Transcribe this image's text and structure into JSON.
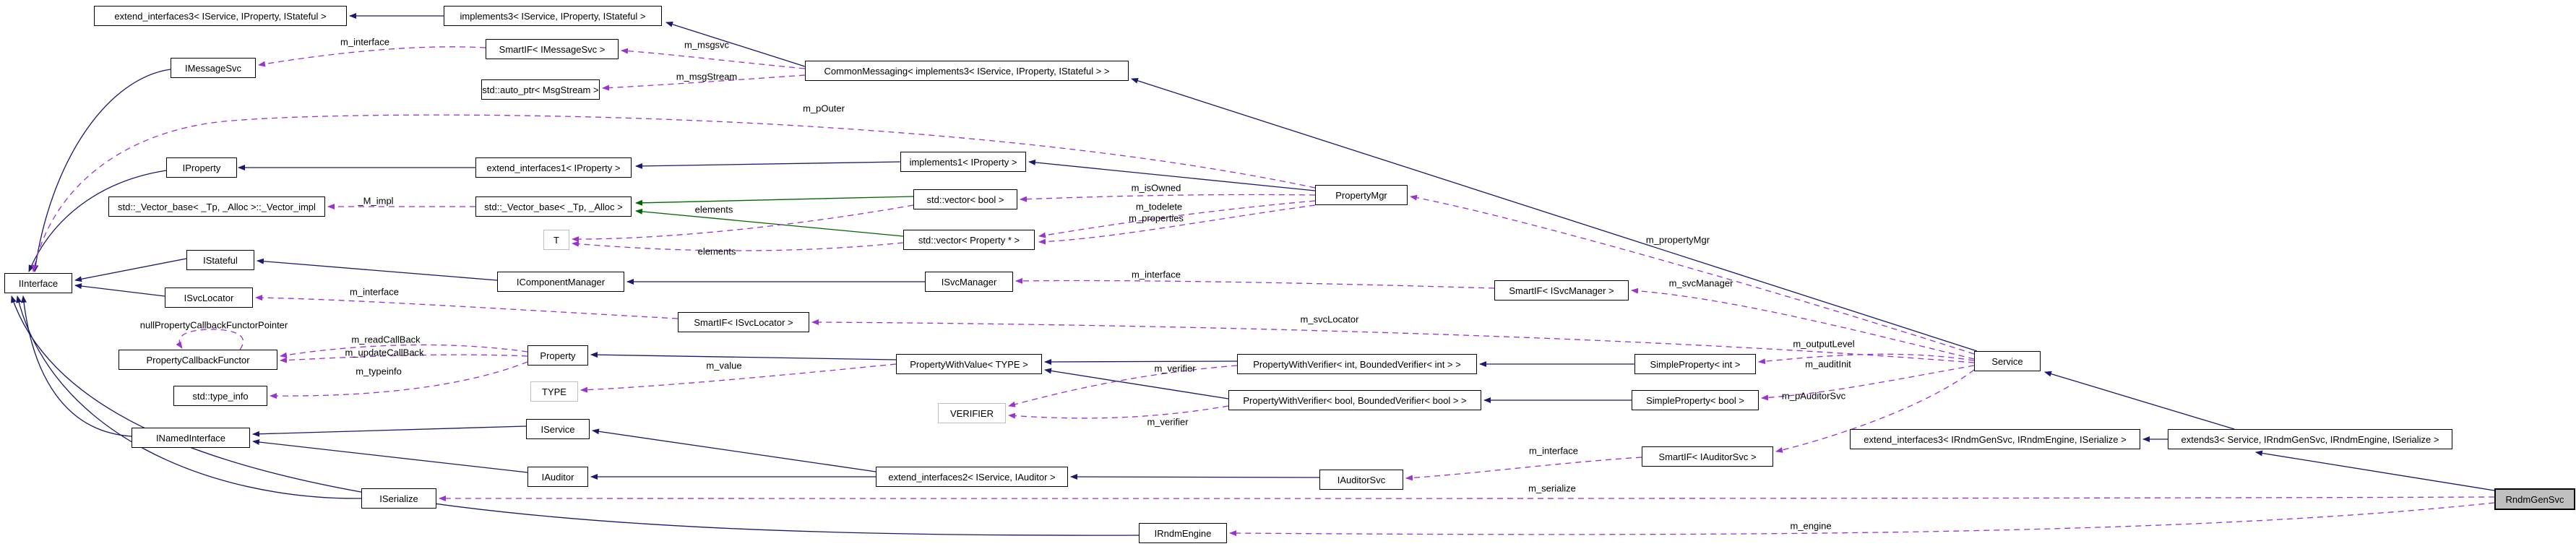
{
  "diagram": {
    "title": "RndmGenSvc collaboration diagram",
    "type": "doxygen-collaboration-graph",
    "colors": {
      "background": "#ffffff",
      "inheritance_edge": "#191970",
      "protected_inheritance_edge": "#006400",
      "usage_edge": "#9a32cd",
      "node_border": "#000000",
      "template_param_border": "#c0c0c0",
      "target_node_fill": "#c0c0c0",
      "text": "#000000"
    },
    "nodes": [
      {
        "id": "extend_interfaces3_base",
        "label": "extend_interfaces3< IService, IProperty, IStateful >",
        "style": "plain"
      },
      {
        "id": "implements3",
        "label": "implements3< IService, IProperty, IStateful >",
        "style": "plain"
      },
      {
        "id": "IMessageSvc",
        "label": "IMessageSvc",
        "style": "plain"
      },
      {
        "id": "SmartIF_IMessageSvc",
        "label": "SmartIF< IMessageSvc >",
        "style": "plain"
      },
      {
        "id": "CommonMessaging",
        "label": "CommonMessaging< implements3< IService, IProperty, IStateful > >",
        "style": "plain"
      },
      {
        "id": "std_auto_ptr_MsgStream",
        "label": "std::auto_ptr< MsgStream >",
        "style": "plain"
      },
      {
        "id": "IProperty",
        "label": "IProperty",
        "style": "plain"
      },
      {
        "id": "extend_interfaces1",
        "label": "extend_interfaces1< IProperty >",
        "style": "plain"
      },
      {
        "id": "implements1",
        "label": "implements1< IProperty >",
        "style": "plain"
      },
      {
        "id": "std_Vector_base_Vector_impl",
        "label": "std::_Vector_base< _Tp, _Alloc >::_Vector_impl",
        "style": "plain"
      },
      {
        "id": "std_Vector_base",
        "label": "std::_Vector_base< _Tp, _Alloc >",
        "style": "plain"
      },
      {
        "id": "std_vector_bool",
        "label": "std::vector< bool >",
        "style": "plain"
      },
      {
        "id": "T",
        "label": "T",
        "style": "template-param"
      },
      {
        "id": "std_vector_Property_ptr",
        "label": "std::vector< Property * >",
        "style": "plain"
      },
      {
        "id": "PropertyMgr",
        "label": "PropertyMgr",
        "style": "plain"
      },
      {
        "id": "IStateful",
        "label": "IStateful",
        "style": "plain"
      },
      {
        "id": "IComponentManager",
        "label": "IComponentManager",
        "style": "plain"
      },
      {
        "id": "ISvcManager",
        "label": "ISvcManager",
        "style": "plain"
      },
      {
        "id": "SmartIF_ISvcManager",
        "label": "SmartIF< ISvcManager >",
        "style": "plain"
      },
      {
        "id": "IInterface",
        "label": "IInterface",
        "style": "plain"
      },
      {
        "id": "ISvcLocator",
        "label": "ISvcLocator",
        "style": "plain"
      },
      {
        "id": "SmartIF_ISvcLocator",
        "label": "SmartIF< ISvcLocator >",
        "style": "plain"
      },
      {
        "id": "Service",
        "label": "Service",
        "style": "plain"
      },
      {
        "id": "PropertyCallbackFunctor",
        "label": "PropertyCallbackFunctor",
        "style": "plain"
      },
      {
        "id": "Property",
        "label": "Property",
        "style": "plain"
      },
      {
        "id": "PropertyWithValue_TYPE",
        "label": "PropertyWithValue< TYPE >",
        "style": "plain"
      },
      {
        "id": "PropertyWithVerifier_int",
        "label": "PropertyWithVerifier< int, BoundedVerifier< int > >",
        "style": "plain"
      },
      {
        "id": "SimpleProperty_int",
        "label": "SimpleProperty< int >",
        "style": "plain"
      },
      {
        "id": "std_type_info",
        "label": "std::type_info",
        "style": "plain"
      },
      {
        "id": "TYPE",
        "label": "TYPE",
        "style": "template-param"
      },
      {
        "id": "PropertyWithVerifier_bool",
        "label": "PropertyWithVerifier< bool, BoundedVerifier< bool > >",
        "style": "plain"
      },
      {
        "id": "SimpleProperty_bool",
        "label": "SimpleProperty< bool >",
        "style": "plain"
      },
      {
        "id": "VERIFIER",
        "label": "VERIFIER",
        "style": "template-param"
      },
      {
        "id": "IService",
        "label": "IService",
        "style": "plain"
      },
      {
        "id": "INamedInterface",
        "label": "INamedInterface",
        "style": "plain"
      },
      {
        "id": "IAuditor",
        "label": "IAuditor",
        "style": "plain"
      },
      {
        "id": "extend_interfaces2",
        "label": "extend_interfaces2< IService, IAuditor >",
        "style": "plain"
      },
      {
        "id": "IAuditorSvc",
        "label": "IAuditorSvc",
        "style": "plain"
      },
      {
        "id": "SmartIF_IAuditorSvc",
        "label": "SmartIF< IAuditorSvc >",
        "style": "plain"
      },
      {
        "id": "extend_interfaces3_rndm",
        "label": "extend_interfaces3< IRndmGenSvc, IRndmEngine, ISerialize >",
        "style": "plain"
      },
      {
        "id": "extends3",
        "label": "extends3< Service, IRndmGenSvc, IRndmEngine, ISerialize >",
        "style": "plain"
      },
      {
        "id": "ISerialize",
        "label": "ISerialize",
        "style": "plain"
      },
      {
        "id": "RndmGenSvc",
        "label": "RndmGenSvc",
        "style": "target"
      },
      {
        "id": "IRndmEngine",
        "label": "IRndmEngine",
        "style": "plain"
      }
    ],
    "edge_labels": [
      {
        "text": "m_interface"
      },
      {
        "text": "m_msgsvc"
      },
      {
        "text": "m_msgStream"
      },
      {
        "text": "m_pOuter"
      },
      {
        "text": "_M_impl"
      },
      {
        "text": "elements"
      },
      {
        "text": "elements"
      },
      {
        "text": "m_isOwned"
      },
      {
        "text": "m_todelete"
      },
      {
        "text": "m_properties"
      },
      {
        "text": "m_propertyMgr"
      },
      {
        "text": "m_interface"
      },
      {
        "text": "m_svcManager"
      },
      {
        "text": "m_svcLocator"
      },
      {
        "text": "m_interface"
      },
      {
        "text": "nullPropertyCallbackFunctorPointer"
      },
      {
        "text": "m_readCallBack"
      },
      {
        "text": "m_updateCallBack"
      },
      {
        "text": "m_typeinfo"
      },
      {
        "text": "m_value"
      },
      {
        "text": "m_verifier"
      },
      {
        "text": "m_verifier"
      },
      {
        "text": "m_outputLevel"
      },
      {
        "text": "m_auditInit"
      },
      {
        "text": "m_pAuditorSvc"
      },
      {
        "text": "m_interface"
      },
      {
        "text": "m_serialize"
      },
      {
        "text": "m_engine"
      }
    ],
    "edges": [
      {
        "from": "implements3",
        "to": "extend_interfaces3_base",
        "type": "public-inheritance"
      },
      {
        "from": "CommonMessaging",
        "to": "implements3",
        "type": "public-inheritance"
      },
      {
        "from": "Service",
        "to": "CommonMessaging",
        "type": "public-inheritance"
      },
      {
        "from": "IMessageSvc",
        "to": "IInterface",
        "type": "public-inheritance"
      },
      {
        "from": "IProperty",
        "to": "IInterface",
        "type": "public-inheritance"
      },
      {
        "from": "extend_interfaces1",
        "to": "IProperty",
        "type": "public-inheritance"
      },
      {
        "from": "implements1",
        "to": "extend_interfaces1",
        "type": "public-inheritance"
      },
      {
        "from": "PropertyMgr",
        "to": "implements1",
        "type": "public-inheritance"
      },
      {
        "from": "IStateful",
        "to": "IInterface",
        "type": "public-inheritance"
      },
      {
        "from": "IComponentManager",
        "to": "IStateful",
        "type": "public-inheritance"
      },
      {
        "from": "ISvcManager",
        "to": "IComponentManager",
        "type": "public-inheritance"
      },
      {
        "from": "ISvcLocator",
        "to": "IInterface",
        "type": "public-inheritance"
      },
      {
        "from": "INamedInterface",
        "to": "IInterface",
        "type": "public-inheritance"
      },
      {
        "from": "IService",
        "to": "INamedInterface",
        "type": "public-inheritance"
      },
      {
        "from": "IAuditor",
        "to": "INamedInterface",
        "type": "public-inheritance"
      },
      {
        "from": "extend_interfaces2",
        "to": "IService",
        "type": "public-inheritance"
      },
      {
        "from": "extend_interfaces2",
        "to": "IAuditor",
        "type": "public-inheritance"
      },
      {
        "from": "IAuditorSvc",
        "to": "extend_interfaces2",
        "type": "public-inheritance"
      },
      {
        "from": "ISerialize",
        "to": "IInterface",
        "type": "public-inheritance"
      },
      {
        "from": "IRndmEngine",
        "to": "IInterface",
        "type": "public-inheritance"
      },
      {
        "from": "extends3",
        "to": "extend_interfaces3_rndm",
        "type": "public-inheritance"
      },
      {
        "from": "extends3",
        "to": "Service",
        "type": "public-inheritance"
      },
      {
        "from": "RndmGenSvc",
        "to": "extends3",
        "type": "public-inheritance"
      },
      {
        "from": "PropertyWithValue_TYPE",
        "to": "Property",
        "type": "public-inheritance"
      },
      {
        "from": "PropertyWithVerifier_int",
        "to": "PropertyWithValue_TYPE",
        "type": "public-inheritance"
      },
      {
        "from": "PropertyWithVerifier_bool",
        "to": "PropertyWithValue_TYPE",
        "type": "public-inheritance"
      },
      {
        "from": "SimpleProperty_int",
        "to": "PropertyWithVerifier_int",
        "type": "public-inheritance"
      },
      {
        "from": "SimpleProperty_bool",
        "to": "PropertyWithVerifier_bool",
        "type": "public-inheritance"
      },
      {
        "from": "std_vector_bool",
        "to": "std_Vector_base",
        "type": "protected-inheritance"
      },
      {
        "from": "std_vector_Property_ptr",
        "to": "std_Vector_base",
        "type": "protected-inheritance"
      },
      {
        "from": "SmartIF_IMessageSvc",
        "to": "IMessageSvc",
        "type": "usage",
        "label": "m_interface"
      },
      {
        "from": "CommonMessaging",
        "to": "SmartIF_IMessageSvc",
        "type": "usage",
        "label": "m_msgsvc"
      },
      {
        "from": "CommonMessaging",
        "to": "std_auto_ptr_MsgStream",
        "type": "usage",
        "label": "m_msgStream"
      },
      {
        "from": "PropertyMgr",
        "to": "IInterface",
        "type": "usage",
        "label": "m_pOuter"
      },
      {
        "from": "std_Vector_base",
        "to": "std_Vector_base_Vector_impl",
        "type": "usage",
        "label": "_M_impl"
      },
      {
        "from": "std_vector_bool",
        "to": "T",
        "type": "usage",
        "label": "elements"
      },
      {
        "from": "std_vector_Property_ptr",
        "to": "T",
        "type": "usage",
        "label": "elements"
      },
      {
        "from": "PropertyMgr",
        "to": "std_vector_bool",
        "type": "usage",
        "label": "m_isOwned"
      },
      {
        "from": "PropertyMgr",
        "to": "std_vector_Property_ptr",
        "type": "usage",
        "label": "m_todelete"
      },
      {
        "from": "PropertyMgr",
        "to": "std_vector_Property_ptr",
        "type": "usage",
        "label": "m_properties"
      },
      {
        "from": "Service",
        "to": "PropertyMgr",
        "type": "usage",
        "label": "m_propertyMgr"
      },
      {
        "from": "SmartIF_ISvcManager",
        "to": "ISvcManager",
        "type": "usage",
        "label": "m_interface"
      },
      {
        "from": "Service",
        "to": "SmartIF_ISvcManager",
        "type": "usage",
        "label": "m_svcManager"
      },
      {
        "from": "SmartIF_ISvcLocator",
        "to": "ISvcLocator",
        "type": "usage",
        "label": "m_interface"
      },
      {
        "from": "Service",
        "to": "SmartIF_ISvcLocator",
        "type": "usage",
        "label": "m_svcLocator"
      },
      {
        "from": "PropertyCallbackFunctor",
        "to": "PropertyCallbackFunctor",
        "type": "usage",
        "label": "nullPropertyCallbackFunctorPointer"
      },
      {
        "from": "Property",
        "to": "PropertyCallbackFunctor",
        "type": "usage",
        "label": "m_readCallBack"
      },
      {
        "from": "Property",
        "to": "PropertyCallbackFunctor",
        "type": "usage",
        "label": "m_updateCallBack"
      },
      {
        "from": "Property",
        "to": "std_type_info",
        "type": "usage",
        "label": "m_typeinfo"
      },
      {
        "from": "PropertyWithValue_TYPE",
        "to": "TYPE",
        "type": "usage",
        "label": "m_value"
      },
      {
        "from": "PropertyWithVerifier_int",
        "to": "VERIFIER",
        "type": "usage",
        "label": "m_verifier"
      },
      {
        "from": "PropertyWithVerifier_bool",
        "to": "VERIFIER",
        "type": "usage",
        "label": "m_verifier"
      },
      {
        "from": "Service",
        "to": "SimpleProperty_int",
        "type": "usage",
        "label": "m_outputLevel"
      },
      {
        "from": "Service",
        "to": "SimpleProperty_bool",
        "type": "usage",
        "label": "m_auditInit"
      },
      {
        "from": "Service",
        "to": "SmartIF_IAuditorSvc",
        "type": "usage",
        "label": "m_pAuditorSvc"
      },
      {
        "from": "SmartIF_IAuditorSvc",
        "to": "IAuditorSvc",
        "type": "usage",
        "label": "m_interface"
      },
      {
        "from": "RndmGenSvc",
        "to": "ISerialize",
        "type": "usage",
        "label": "m_serialize"
      },
      {
        "from": "RndmGenSvc",
        "to": "IRndmEngine",
        "type": "usage",
        "label": "m_engine"
      }
    ]
  }
}
